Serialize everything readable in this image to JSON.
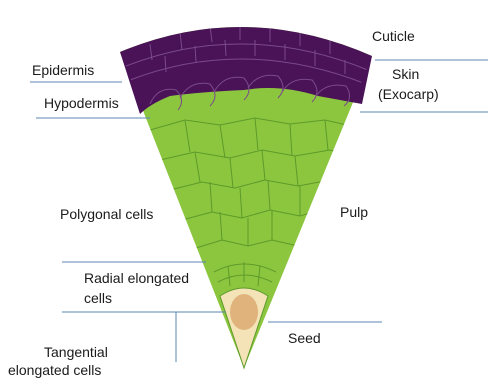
{
  "labels": {
    "cuticle": "Cuticle",
    "epidermis": "Epidermis",
    "skin": "Skin",
    "exocarp": "(Exocarp)",
    "hypodermis": "Hypodermis",
    "polygonal": "Polygonal cells",
    "pulp": "Pulp",
    "radial_1": "Radial elongated",
    "radial_2": "cells",
    "seed": "Seed",
    "tangential_1": "Tangential",
    "tangential_2": "elongated cells"
  },
  "colors": {
    "skin_fill": "#4a1358",
    "pulp_fill": "#8cc63f",
    "cell_line": "#5d9a2a",
    "seed_fill": "#f3e3b6",
    "seed_core": "#d9a36a",
    "leader_line": "#5b87b4"
  }
}
